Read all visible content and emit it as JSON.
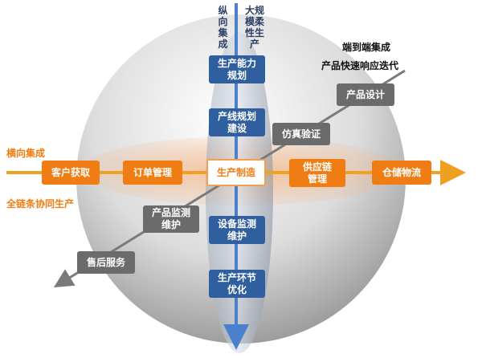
{
  "axes": {
    "vertical_left": "纵向集成",
    "vertical_right": "大规模柔性生产",
    "horizontal_top": "横向集成",
    "horizontal_bottom": "全链条协同生产",
    "diagonal_line1": "端到端集成",
    "diagonal_line2": "产品快速响应迭代"
  },
  "vertical_boxes": [
    "生产能力\n规划",
    "产线规划\n建设",
    "设备监测\n维护",
    "生产环节\n优化"
  ],
  "horizontal_boxes": [
    "客户获取",
    "订单管理",
    "供应链\n管理",
    "仓储物流"
  ],
  "center_box": "生产制造",
  "diagonal_boxes": [
    "产品设计",
    "仿真验证",
    "产品监测\n维护",
    "售后服务"
  ],
  "colors": {
    "vertical": "#2f5f9e",
    "horizontal": "#f07d14",
    "diagonal": "#6b6b6b"
  }
}
